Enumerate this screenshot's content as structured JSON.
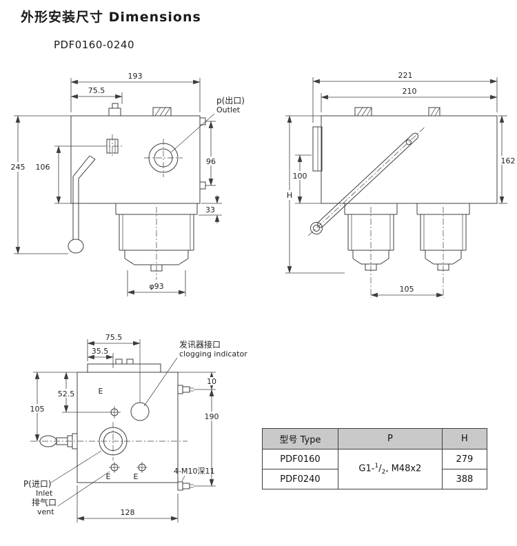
{
  "page": {
    "title": "外形安装尺寸 Dimensions",
    "model": "PDF0160-0240"
  },
  "front_view": {
    "dim_width": "193",
    "dim_offset": "75.5",
    "dim_outlet": "96",
    "dim_port": "106",
    "dim_height": "245",
    "dim_neck": "33",
    "dim_bowl_dia": "φ93",
    "outlet_cn": "p(出口)",
    "outlet_en": "Outlet"
  },
  "side_view": {
    "dim_outer_width": "221",
    "dim_inner_width": "210",
    "dim_right": "162",
    "dim_left": "100",
    "dim_total": "H",
    "dim_spacing": "105"
  },
  "top_view": {
    "dim_a": "75.5",
    "dim_b": "35.5",
    "dim_c": "52.5",
    "dim_d": "105",
    "dim_e": "10",
    "dim_f": "190",
    "dim_g": "128",
    "bolt_note": "4-M10深11",
    "indicator_cn": "发讯器接口",
    "indicator_en": "clogging indicator",
    "inlet_cn": "P(进口)",
    "inlet_en": "Inlet",
    "vent_cn": "排气口",
    "vent_en": "vent",
    "port_top": "E",
    "port_left": "E",
    "port_right": "E"
  },
  "table": {
    "headers": {
      "type": "型号 Type",
      "p": "P",
      "h": "H"
    },
    "p_value": {
      "prefix": "G1-",
      "sup": "1",
      "slash": "/",
      "sub": "2",
      "suffix": ",  M48x2"
    },
    "rows": [
      {
        "type": "PDF0160",
        "h": "279"
      },
      {
        "type": "PDF0240",
        "h": "388"
      }
    ]
  }
}
